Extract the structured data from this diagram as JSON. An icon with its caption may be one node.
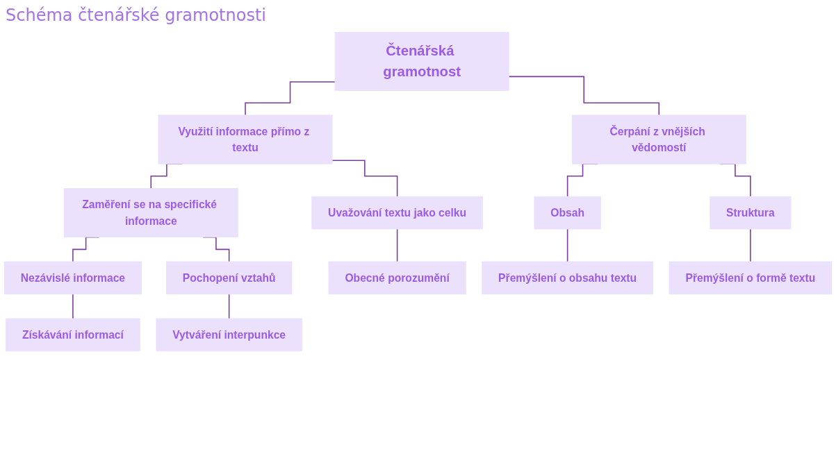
{
  "diagram": {
    "title": "Schéma čtenářské gramotnosti",
    "nodes": [
      {
        "text": [
          "Čtenářská gramotnost"
        ]
      },
      {
        "text": [
          "Využití informace přímo z textu"
        ]
      },
      {
        "text": [
          "Čerpání z vnějších vědomostí"
        ]
      },
      {
        "text": [
          "Uvažování textu jako celku"
        ]
      },
      {
        "text": [
          "Zaměření se na specifické informace"
        ]
      },
      {
        "text": [
          "Obsah"
        ]
      },
      {
        "text": [
          "Struktura"
        ]
      },
      {
        "text": [
          "Nezávislé informace"
        ]
      },
      {
        "text": [
          "Pochopení vztahů"
        ]
      },
      {
        "text": [
          "Obecné porozumění"
        ]
      },
      {
        "text": [
          "Získávání informací"
        ]
      },
      {
        "text": [
          "Vytváření interpunkce"
        ]
      },
      {
        "text": [
          "Přemýšlení o obsahu textu"
        ]
      },
      {
        "text": [
          "Přemýšlení o formě textu"
        ]
      }
    ],
    "edges": [
      {
        "from": 0,
        "to": 1,
        "arrow": "none"
      },
      {
        "from": 0,
        "to": 2,
        "arrow": "none"
      },
      {
        "from": 1,
        "to": 3,
        "arrow": "none"
      },
      {
        "from": 1,
        "to": 4,
        "arrow": "none"
      },
      {
        "from": 2,
        "to": 5,
        "arrow": "none"
      },
      {
        "from": 2,
        "to": 6,
        "arrow": "none"
      },
      {
        "from": 4,
        "to": 7,
        "arrow": "none"
      },
      {
        "from": 4,
        "to": 8,
        "arrow": "none"
      },
      {
        "from": 3,
        "to": 9,
        "arrow": "none"
      },
      {
        "from": 7,
        "to": 10,
        "arrow": "none"
      },
      {
        "from": 8,
        "to": 11,
        "arrow": "none"
      },
      {
        "from": 5,
        "to": 12,
        "arrow": "none"
      },
      {
        "from": 6,
        "to": 13,
        "arrow": "none"
      }
    ]
  }
}
